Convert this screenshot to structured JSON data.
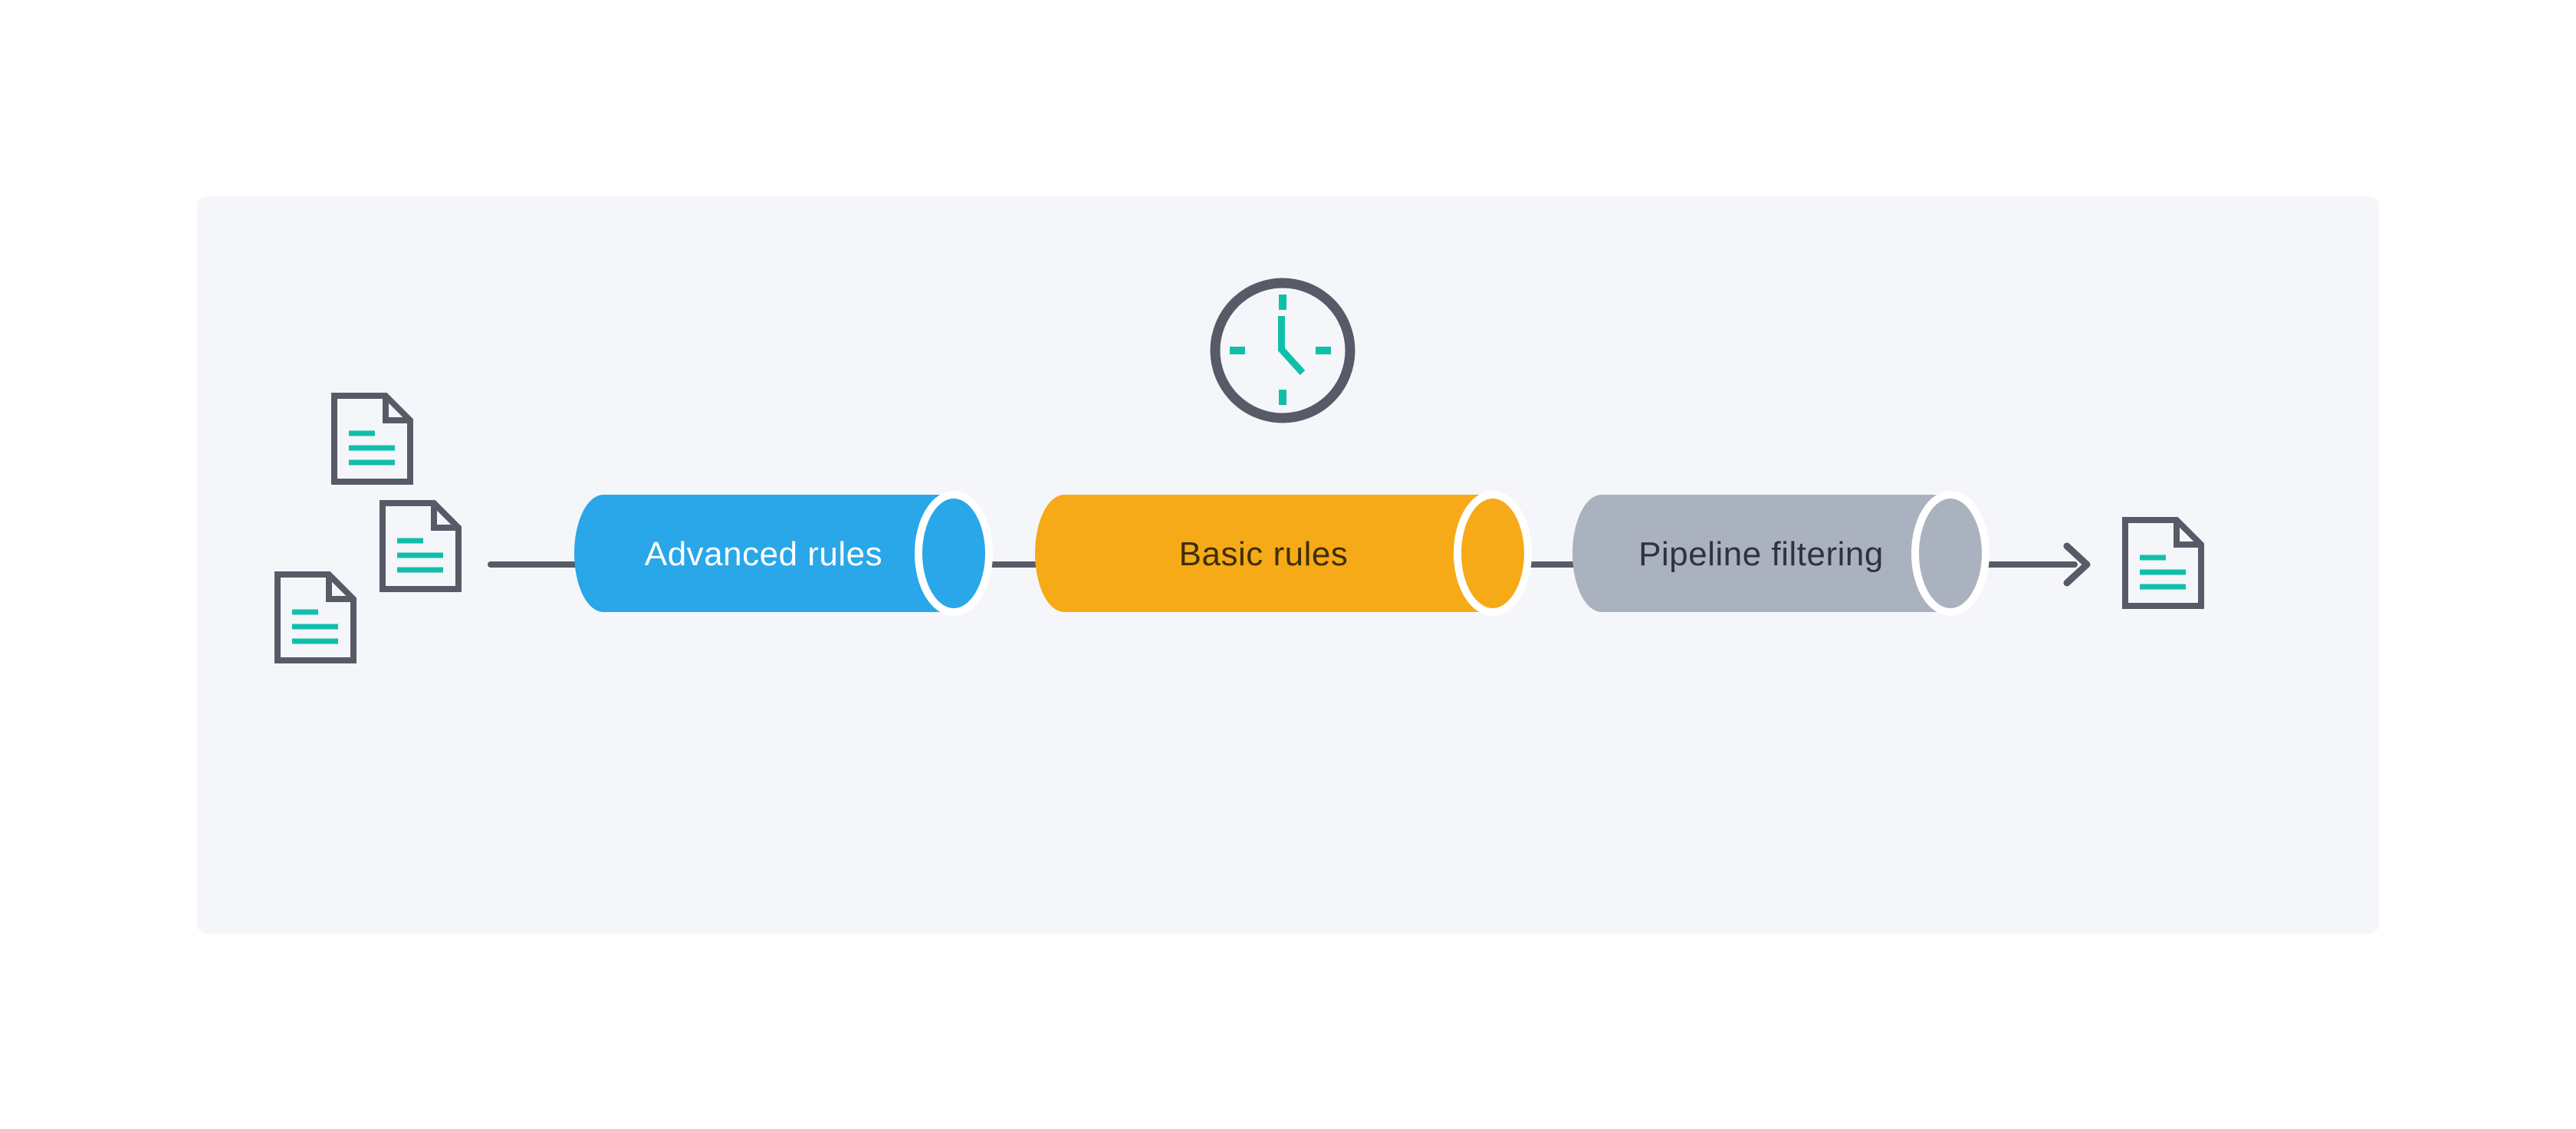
{
  "diagram": {
    "description_stages_flow": "documents to pipes to document",
    "stages": [
      {
        "label": "Advanced rules",
        "fill": "#2AA7E9",
        "text_color": "#FFFFFF"
      },
      {
        "label": "Basic rules",
        "fill": "#F7AA17",
        "text_color": "#3B2F07"
      },
      {
        "label": "Pipeline filtering",
        "fill": "#AAB2C0",
        "text_color": "#2E333C"
      }
    ],
    "icons": {
      "clock": "clock-icon",
      "input_documents": [
        "document-icon",
        "document-icon",
        "document-icon"
      ],
      "output_document": "document-icon"
    },
    "colors": {
      "panel_bg": "#F5F6FA",
      "page_bg": "#FFFFFF",
      "line_stroke": "#565B67",
      "icon_stroke": "#565B67",
      "accent_teal": "#10BFAB",
      "cap_ring": "#FFFFFF"
    }
  }
}
